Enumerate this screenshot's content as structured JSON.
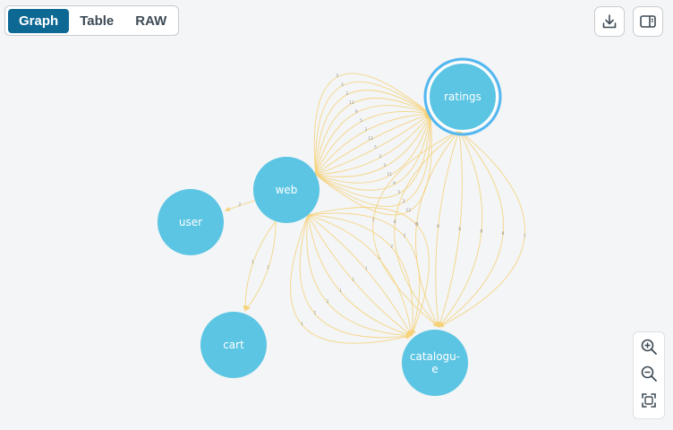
{
  "toolbar": {
    "tabs": [
      {
        "label": "Graph",
        "active": true
      },
      {
        "label": "Table",
        "active": false
      },
      {
        "label": "RAW",
        "active": false
      }
    ],
    "download_icon": "download-icon",
    "side_panel_icon": "side-panel-icon"
  },
  "zoom": {
    "zoom_in_icon": "zoom-in-icon",
    "zoom_out_icon": "zoom-out-icon",
    "fit_icon": "fit-view-icon"
  },
  "graph": {
    "nodes": [
      {
        "id": "ratings",
        "label": "ratings",
        "selected": true
      },
      {
        "id": "web",
        "label": "web",
        "selected": false
      },
      {
        "id": "user",
        "label": "user",
        "selected": false
      },
      {
        "id": "cart",
        "label": "cart",
        "selected": false
      },
      {
        "id": "catalogue",
        "label": "catalogu-e",
        "label_lines": [
          "catalogu-",
          "e"
        ],
        "selected": false
      }
    ],
    "edge_groups": [
      {
        "from": "web",
        "to": "ratings",
        "count": 16,
        "labels": [
          "5",
          "3",
          "3",
          "11",
          "9",
          "5",
          "3",
          "12",
          "5",
          "3",
          "3",
          "11",
          "9",
          "5",
          "3",
          "12"
        ]
      },
      {
        "from": "web",
        "to": "user",
        "count": 1,
        "labels": [
          "2"
        ]
      },
      {
        "from": "web",
        "to": "cart",
        "count": 2,
        "labels": [
          "1",
          "1"
        ]
      },
      {
        "from": "web",
        "to": "catalogue",
        "count": 10,
        "labels": [
          "2",
          "2",
          "2",
          "1",
          "1",
          "1",
          "1",
          "2",
          "1",
          "1"
        ]
      },
      {
        "from": "ratings",
        "to": "catalogue",
        "count": 8,
        "labels": [
          "1",
          "8",
          "8",
          "8",
          "8",
          "8",
          "8",
          "1"
        ]
      }
    ],
    "colors": {
      "node": "#5bc5e3",
      "node_selected_ring": "#52b7f0",
      "edge": "#f6d27a",
      "edge_label": "#8d8d8d",
      "background": "#f3f5f6",
      "tab_active": "#0d6894"
    }
  }
}
